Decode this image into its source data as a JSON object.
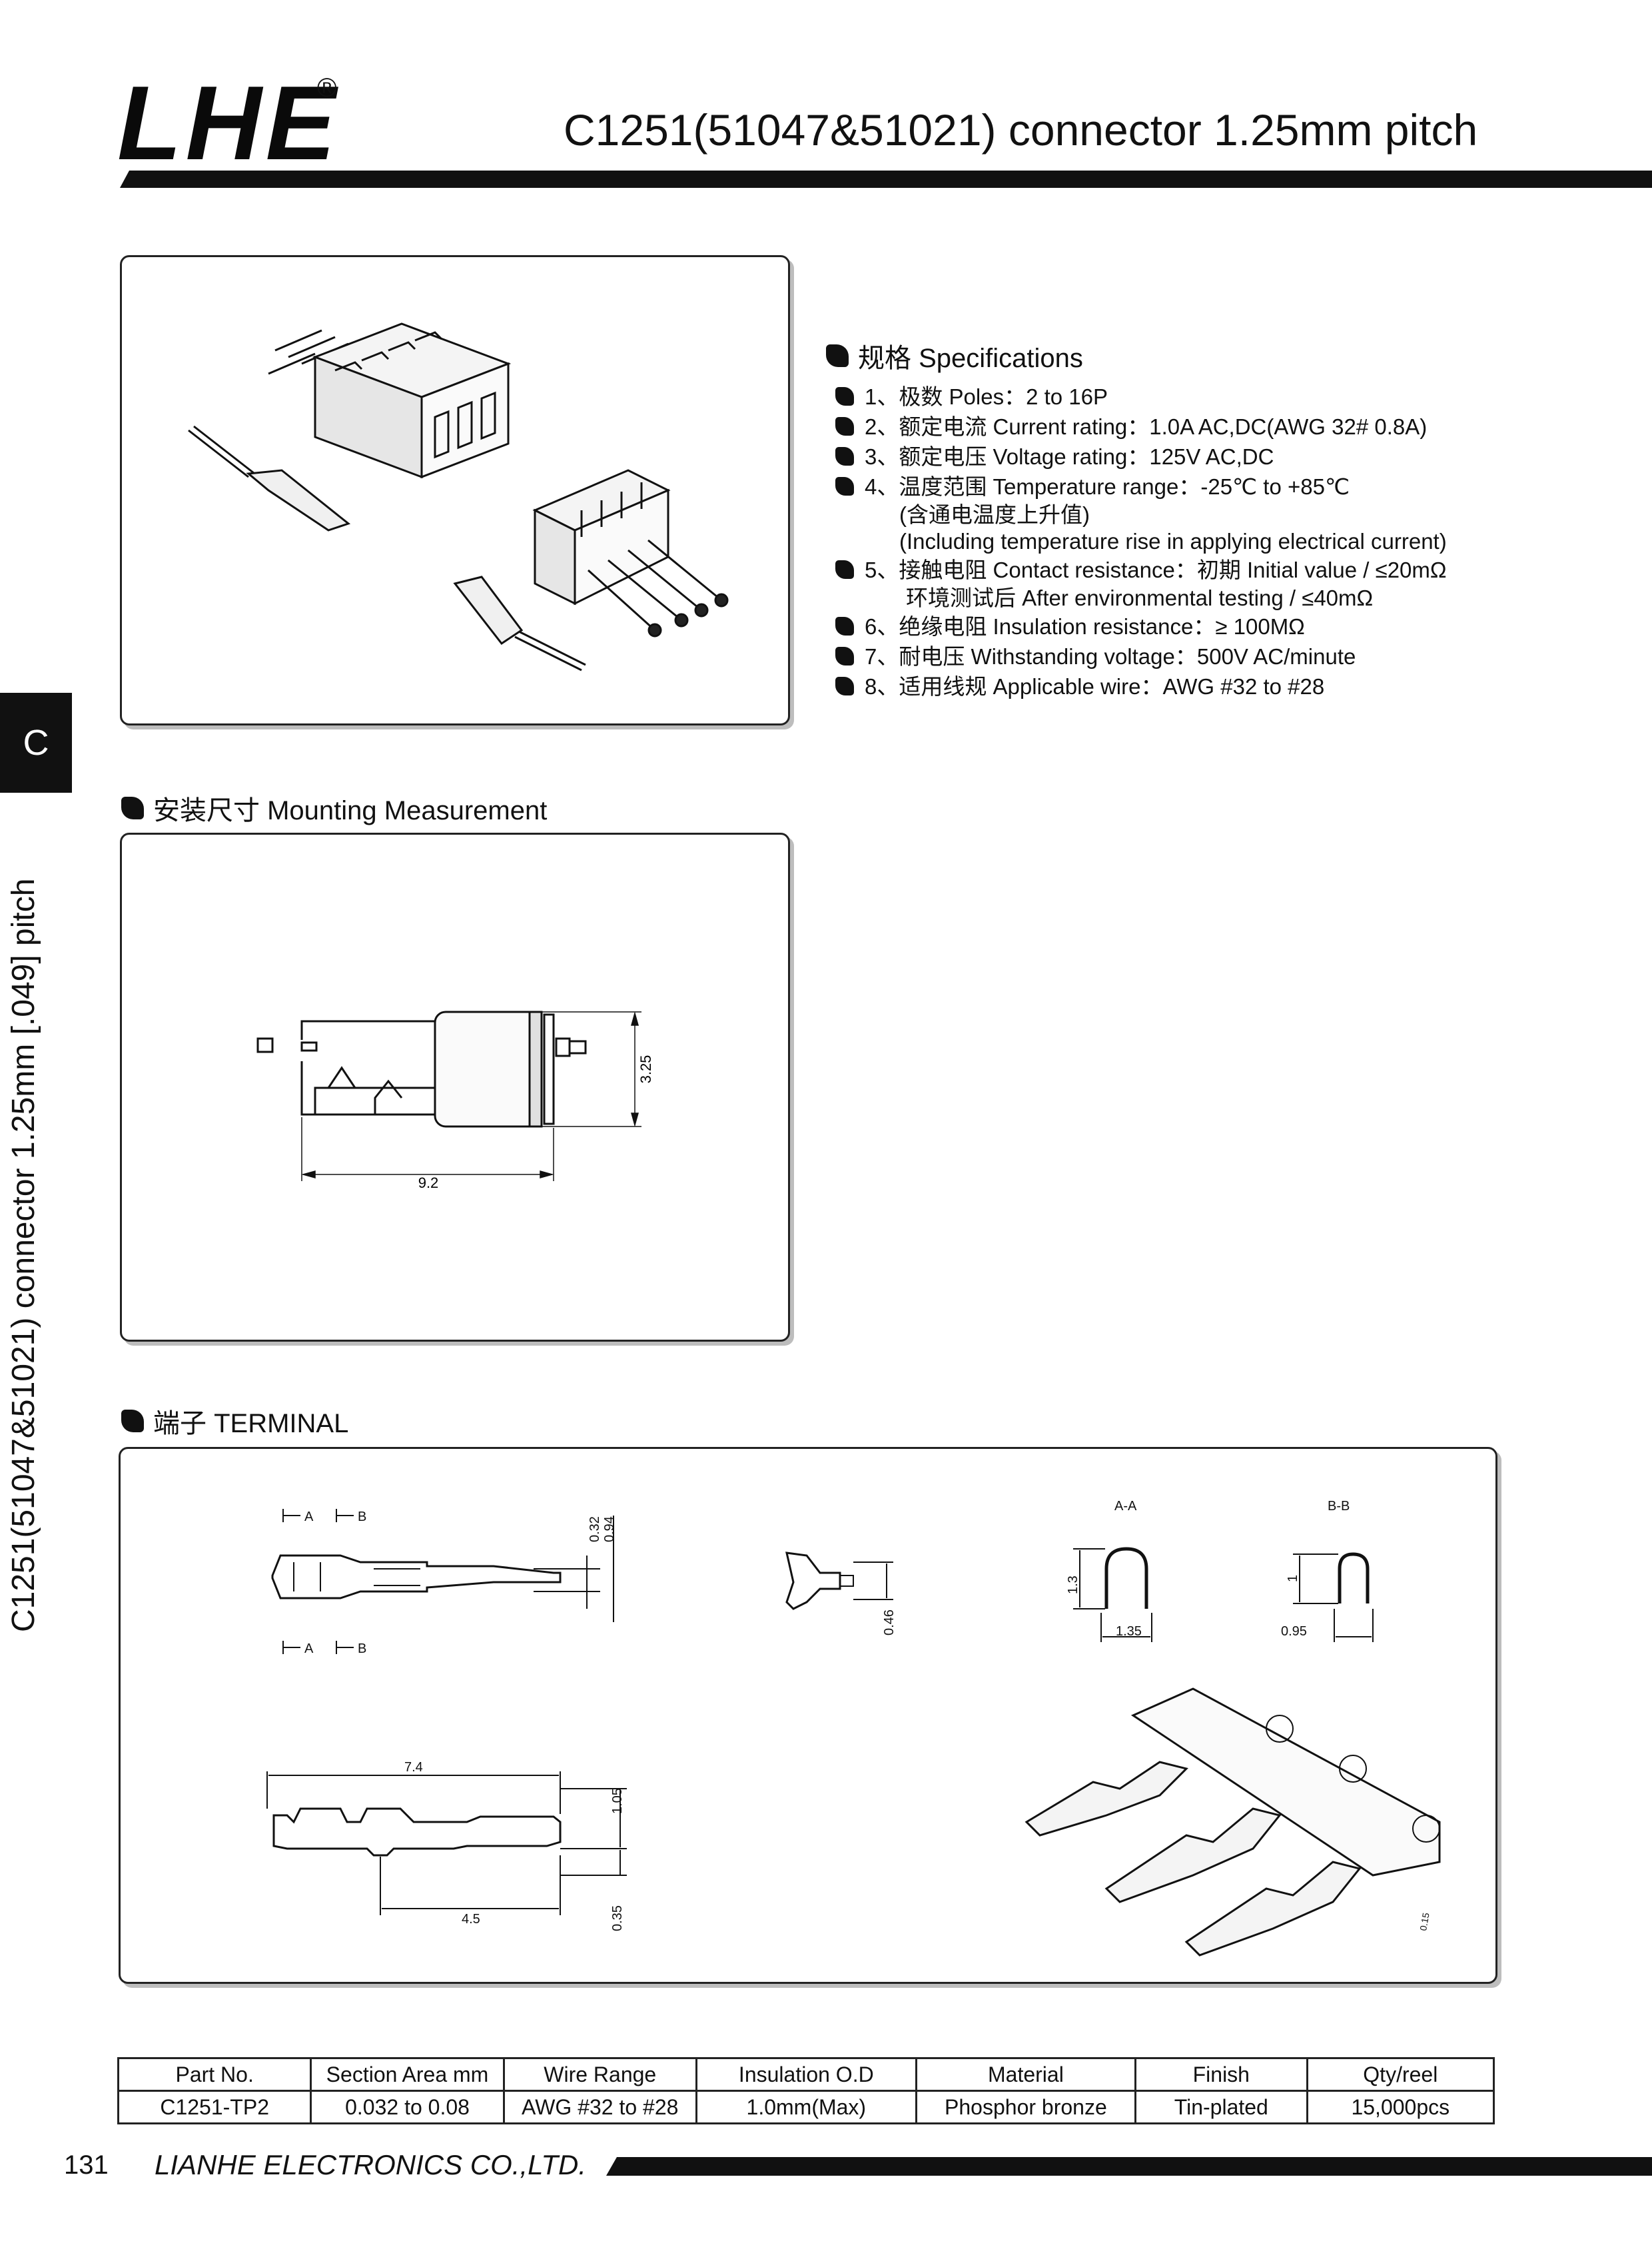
{
  "header": {
    "logo": "LHE",
    "registered": "®",
    "title": "C1251(51047&51021) connector 1.25mm pitch"
  },
  "side": {
    "tab_letter": "C",
    "vertical_text": "C1251(51047&51021) connector 1.25mm [.049] pitch"
  },
  "specifications": {
    "heading": "规格 Specifications",
    "items": [
      "1、极数 Poles：2 to 16P",
      "2、额定电流 Current rating：1.0A  AC,DC(AWG 32# 0.8A)",
      "3、额定电压 Voltage rating：125V  AC,DC",
      "4、温度范围 Temperature range：-25℃ to +85℃",
      "5、接触电阻 Contact resistance：初期 Initial value / ≤20mΩ",
      "6、绝缘电阻 Insulation resistance：≥ 100MΩ",
      "7、耐电压 Withstanding voltage：500V  AC/minute",
      "8、适用线规 Applicable wire：AWG #32 to #28"
    ],
    "item4_note1": "(含通电温度上升值)",
    "item4_note2": "(Including temperature rise in applying electrical current)",
    "item5_note": "环境测试后 After environmental testing / ≤40mΩ"
  },
  "mounting": {
    "heading": "安装尺寸 Mounting Measurement",
    "dim_length": "9.2",
    "dim_height": "3.25"
  },
  "terminal": {
    "heading": "端子 TERMINAL",
    "label_a": "A",
    "label_b": "B",
    "section_aa": "A-A",
    "section_bb": "B-B",
    "dims": {
      "d032": "0.32",
      "d094": "0.94",
      "d046": "0.46",
      "d13": "1.3",
      "d135": "1.35",
      "d1": "1",
      "d095": "0.95",
      "d74": "7.4",
      "d105": "1.05",
      "d45": "4.5",
      "d035": "0.35",
      "d015": "0.15"
    }
  },
  "table": {
    "headers": [
      "Part No.",
      "Section Area mm",
      "Wire Range",
      "Insulation O.D",
      "Material",
      "Finish",
      "Qty/reel"
    ],
    "row": [
      "C1251-TP2",
      "0.032 to 0.08",
      "AWG #32 to #28",
      "1.0mm(Max)",
      "Phosphor bronze",
      "Tin-plated",
      "15,000pcs"
    ]
  },
  "footer": {
    "page_number": "131",
    "company": "LIANHE ELECTRONICS CO.,LTD."
  }
}
